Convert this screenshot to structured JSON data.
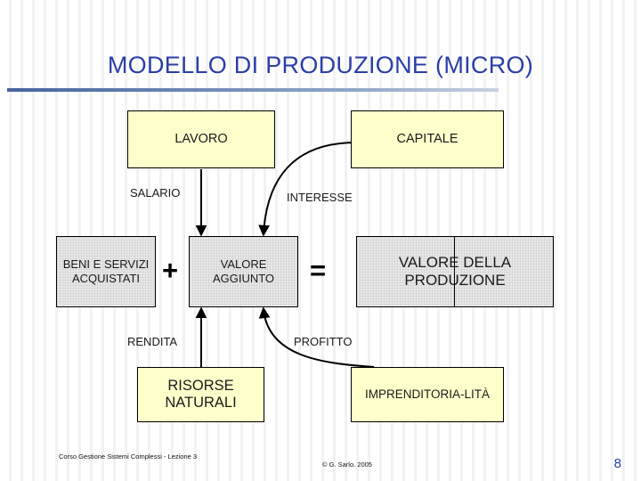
{
  "slide": {
    "title": "MODELLO DI PRODUZIONE (MICRO)",
    "page_number": "8",
    "accent_color": "#2b3ea8",
    "box_fill_color": "#ffffcc",
    "hatched_fill_color": "#e9e9e9"
  },
  "boxes": {
    "lavoro": "LAVORO",
    "capitale": "CAPITALE",
    "beni_servizi": "BENI E SERVIZI ACQUISTATI",
    "valore_aggiunto": "VALORE AGGIUNTO",
    "valore_produzione": "VALORE DELLA PRODUZIONE",
    "risorse_naturali": "RISORSE NATURALI",
    "imprenditorialita": "IMPRENDITORIA-LITÀ"
  },
  "operators": {
    "plus": "+",
    "equals": "="
  },
  "labels": {
    "salario": "SALARIO",
    "interesse": "INTERESSE",
    "rendita": "RENDITA",
    "profitto": "PROFITTO"
  },
  "footer": {
    "left": "Corso Gestione Sistemi Complessi - Lezione 3",
    "center": "© G. Sarlo. 2005"
  }
}
